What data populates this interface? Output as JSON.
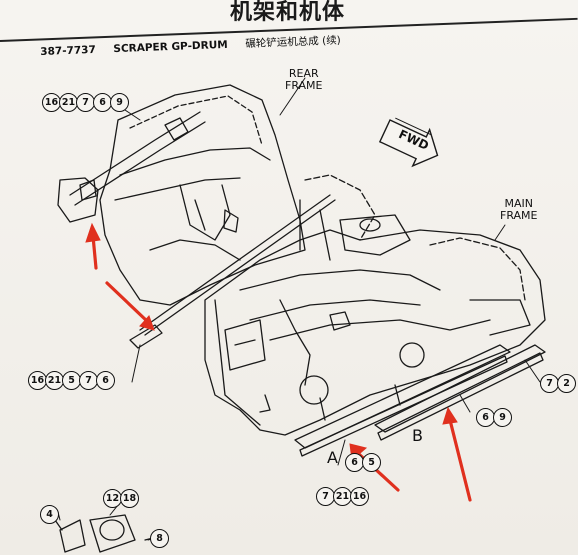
{
  "header": {
    "title": "机架和机体",
    "part_number": "387-7737",
    "part_title": "SCRAPER GP-DRUM",
    "part_title_cn": "碾轮铲运机总成 (续)"
  },
  "labels": {
    "rear_frame": "REAR\nFRAME",
    "main_frame": "MAIN\nFRAME",
    "fwd": "FWD",
    "point_a": "A",
    "point_b": "B"
  },
  "callouts": {
    "top_left": [
      "16",
      "21",
      "7",
      "6",
      "9"
    ],
    "mid_left": [
      "16",
      "21",
      "5",
      "7",
      "6"
    ],
    "under_a": [
      "6",
      "5"
    ],
    "bottom_center": [
      "7",
      "21",
      "16"
    ],
    "b_right": [
      "6",
      "9"
    ],
    "right_edge": [
      "7",
      "2"
    ],
    "bottom_left_4": [
      "4"
    ],
    "bottom_left_12": [
      "12",
      "18"
    ],
    "bottom_left_8": [
      "8"
    ]
  },
  "colors": {
    "line": "#1a1a1a",
    "annotation_arrow": "#e0301e",
    "paper": "#f4f2ee"
  }
}
